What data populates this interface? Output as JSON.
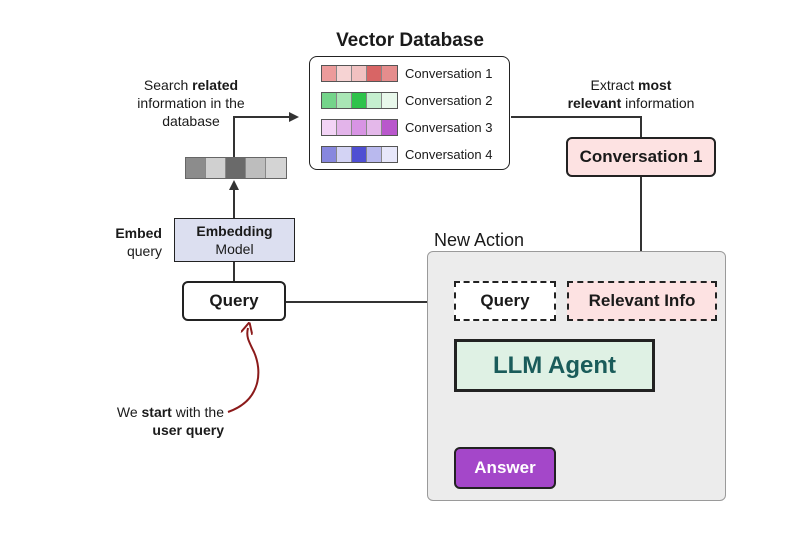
{
  "vector_db": {
    "title": "Vector Database",
    "rows": [
      {
        "label": "Conversation 1",
        "colors": [
          "#ec9b9b",
          "#f6d3d3",
          "#f1c1c1",
          "#d86565",
          "#e58d8d"
        ]
      },
      {
        "label": "Conversation 2",
        "colors": [
          "#74d48a",
          "#a9e6b5",
          "#2ec34b",
          "#c5efcf",
          "#e8f8eb"
        ]
      },
      {
        "label": "Conversation 3",
        "colors": [
          "#f3d4f6",
          "#e3b4ea",
          "#d894e4",
          "#e4b8ea",
          "#b957cc"
        ]
      },
      {
        "label": "Conversation 4",
        "colors": [
          "#8787de",
          "#d3d3f4",
          "#4f4fd3",
          "#b9b9ee",
          "#e7e7fa"
        ]
      }
    ]
  },
  "search_note": {
    "pre": "Search ",
    "bold": "related",
    "line2": "information in the",
    "line3": "database"
  },
  "extract_note": {
    "pre": "Extract ",
    "bold": "most",
    "line2_bold": "relevant",
    "line2_post": " information"
  },
  "embedding_vector": {
    "colors": [
      "#8c8c8c",
      "#d0d0d0",
      "#6a6a6a",
      "#bdbdbd",
      "#d4d4d4"
    ]
  },
  "embed_note": {
    "line1": "Embed",
    "line2": "query"
  },
  "embedding_model": {
    "line1": "Embedding",
    "line2": "Model"
  },
  "query_label": "Query",
  "conversation_result": "Conversation 1",
  "new_action": {
    "title": "New Action",
    "query_label": "Query",
    "relevant_label": "Relevant Info",
    "llm_label": "LLM Agent",
    "answer_label": "Answer"
  },
  "start_note": {
    "pre": "We ",
    "bold": "start",
    "post": " with the",
    "line2_bold": "user query"
  },
  "colors": {
    "arrow": "#333333",
    "start_arrow": "#8b1a1a"
  }
}
